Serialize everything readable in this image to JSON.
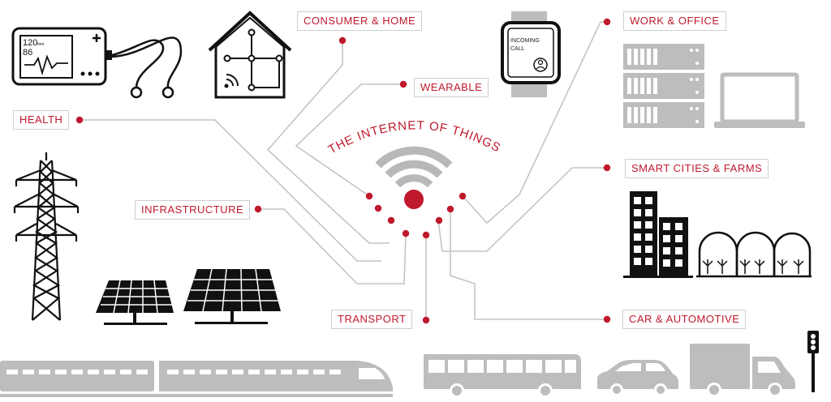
{
  "title": "THE INTERNET OF THINGS",
  "categories": {
    "consumer_home": "CONSUMER & HOME",
    "wearable": "WEARABLE",
    "work_office": "WORK & OFFICE",
    "health": "HEALTH",
    "smart_cities": "SMART CITIES & FARMS",
    "infrastructure": "INFRASTRUCTURE",
    "transport": "TRANSPORT",
    "car_automotive": "CAR & AUTOMOTIVE"
  },
  "watch": {
    "line1": "INCOMING",
    "line2": "CALL"
  },
  "monitor": {
    "line1": "120",
    "line1_sub": "mm",
    "line2": "86"
  },
  "colors": {
    "accent": "#c0192c",
    "connector": "#bdbdbd",
    "icon_dark": "#111111",
    "icon_gray": "#bdbdbd"
  },
  "icons": {
    "center": "wifi-signal-icon",
    "health": "heart-monitor-icon",
    "home": "smart-home-icon",
    "wearable": "smartwatch-icon",
    "office": "server-laptop-icon",
    "infrastructure": "power-pylon-solar-panel-icon",
    "cities": "buildings-greenhouse-icon",
    "transport": "train-bus-icon",
    "automotive": "car-truck-traffic-light-icon"
  }
}
